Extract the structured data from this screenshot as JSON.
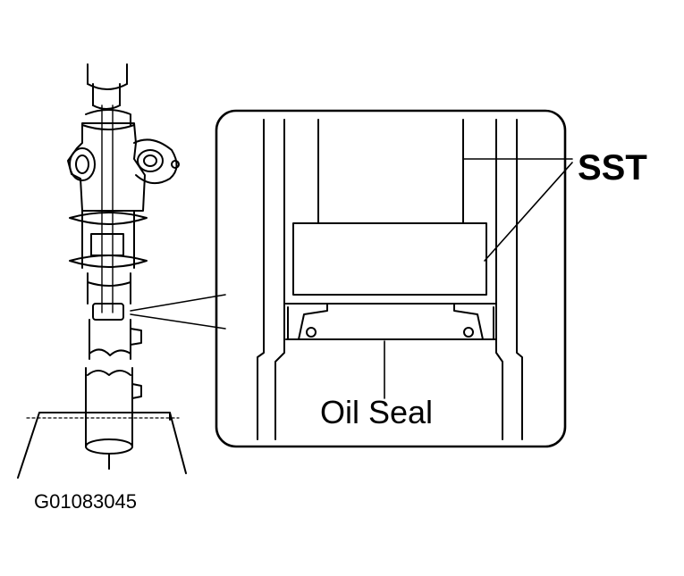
{
  "labels": {
    "sst": "SST",
    "oil_seal": "Oil Seal",
    "figure_id": "G01083045"
  },
  "colors": {
    "ink": "#000000",
    "paper": "#ffffff"
  }
}
